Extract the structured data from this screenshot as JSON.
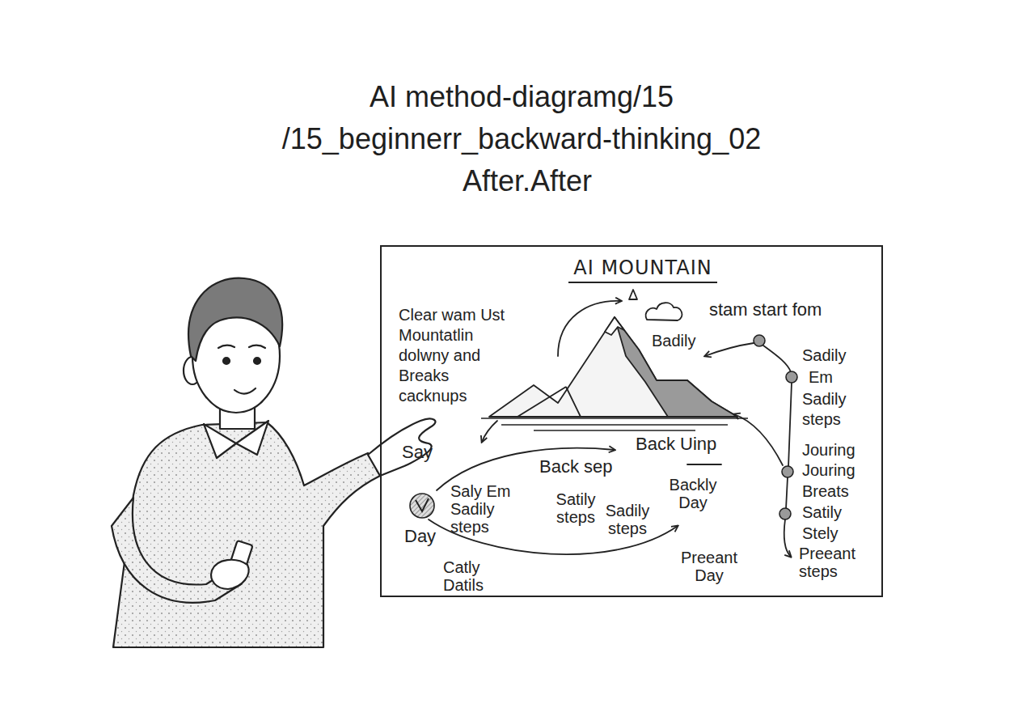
{
  "diagram": {
    "title": "AI method-diagramg/15 /15_beginnerr_backward-thinking_02",
    "nodes": [
      {
        "text": [
          "AI MOUNTAIN"
        ]
      }
    ],
    "labels": [
      "After.After",
      "Clear wam Ust Mountatlin dolwny and Breaks cacknups",
      "stam start fom",
      "Badily",
      "Sadily",
      "Em",
      "Sadily steps",
      "Back Uinp",
      "Jouring",
      "Jouring",
      "Breats",
      "Back sep",
      "Say",
      "Day",
      "Saly Em Sadily steps",
      "Satily steps",
      "Sadily steps",
      "Backly Day",
      "Satily",
      "Stely",
      "Preeant steps",
      "Catly Datils",
      "Preeant Day"
    ]
  }
}
